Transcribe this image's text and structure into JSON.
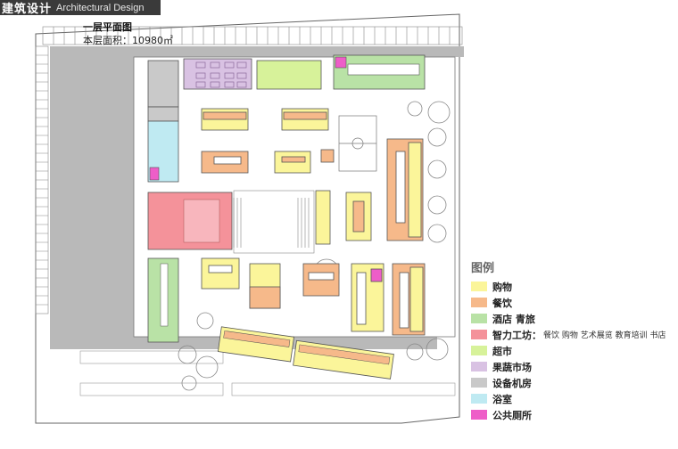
{
  "header": {
    "title_zh": "建筑设计",
    "title_en": "Architectural  Design"
  },
  "plan": {
    "heading": "一层平面图",
    "area": "本层面积：10980㎡"
  },
  "legend": {
    "title": "图例",
    "items": [
      {
        "label": "购物",
        "color": "#fbf59a",
        "detail": ""
      },
      {
        "label": "餐饮",
        "color": "#f6b98a",
        "detail": ""
      },
      {
        "label": "酒店 青旅",
        "color": "#b9e2a6",
        "detail": ""
      },
      {
        "label": "智力工坊：",
        "color": "#f4929a",
        "detail": "餐饮 购物 艺术展览 教育培训 书店"
      },
      {
        "label": "超市",
        "color": "#d7f29a",
        "detail": ""
      },
      {
        "label": "果蔬市场",
        "color": "#d9c2e3",
        "detail": ""
      },
      {
        "label": "设备机房",
        "color": "#c9c9c9",
        "detail": ""
      },
      {
        "label": "浴室",
        "color": "#bfeaf2",
        "detail": ""
      },
      {
        "label": "公共厕所",
        "color": "#ee5ec8",
        "detail": ""
      }
    ]
  },
  "colors": {
    "road": "#b9b9b9",
    "outline": "#555555"
  }
}
